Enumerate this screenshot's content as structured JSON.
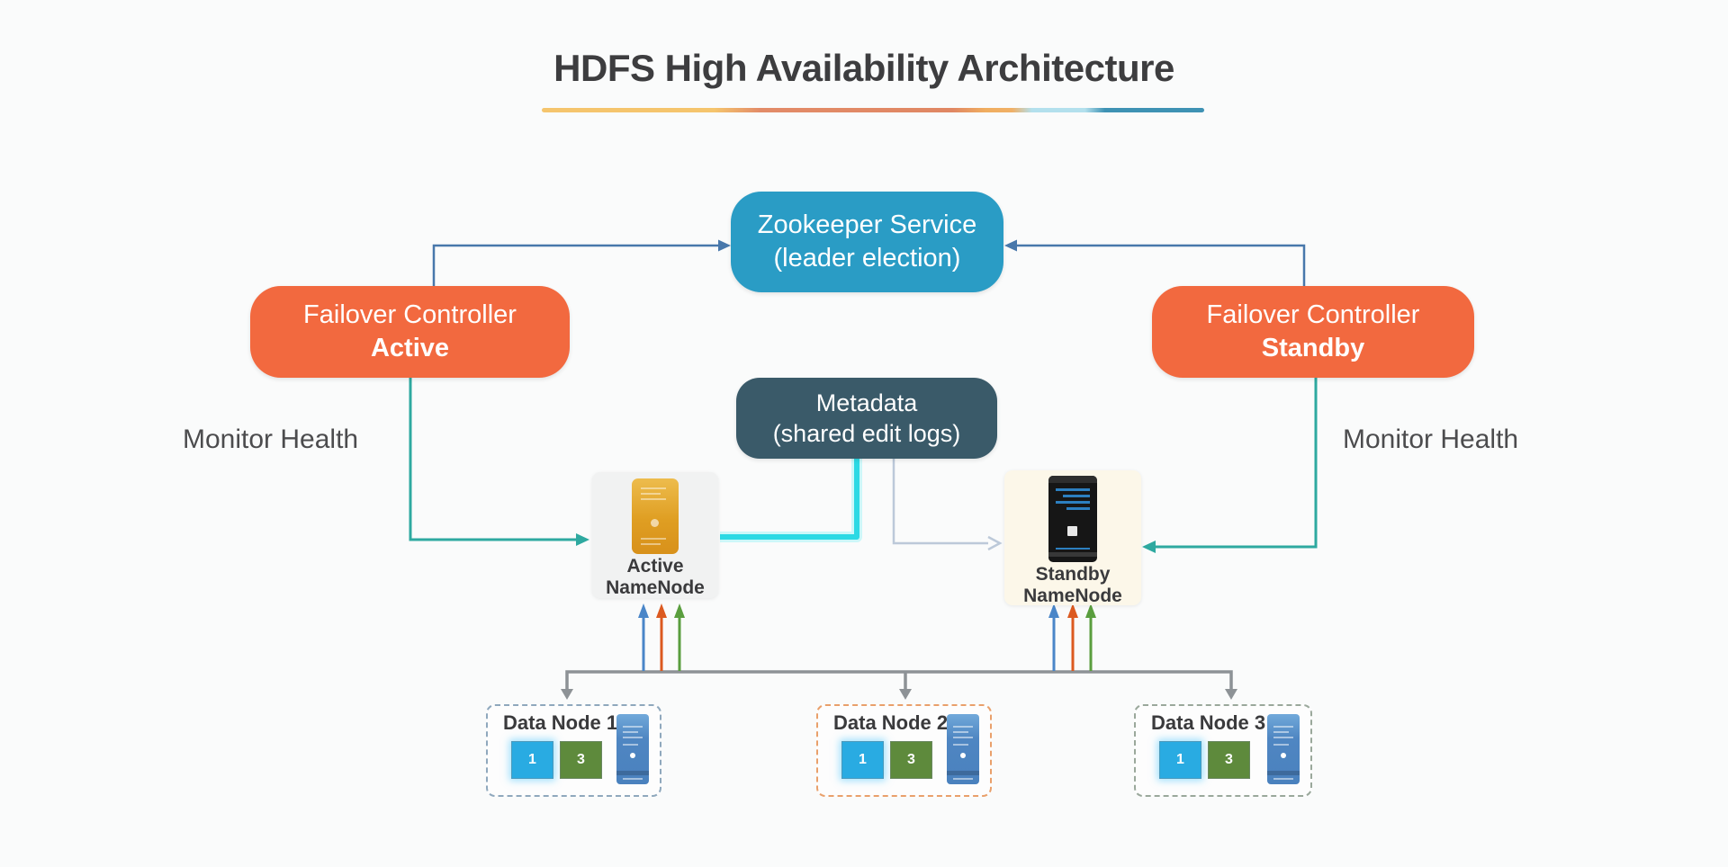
{
  "title": {
    "text": "HDFS High Availability Architecture"
  },
  "underline_gradient": [
    "#F5C56D",
    "#E28B68",
    "#F0AE60",
    "#B3E0ED",
    "#3E92B4"
  ],
  "boxes": {
    "zookeeper": {
      "line1": "Zookeeper Service",
      "line2": "(leader election)",
      "color": "#2A9CC5"
    },
    "failover_active": {
      "line1": "Failover Controller",
      "line2": "Active",
      "color": "#F2693F"
    },
    "failover_standby": {
      "line1": "Failover Controller",
      "line2": "Standby",
      "color": "#F2693F"
    },
    "metadata": {
      "line1": "Metadata",
      "line2": "(shared edit logs)",
      "color": "#3A5A69"
    }
  },
  "namenodes": {
    "active": {
      "label_line1": "Active",
      "label_line2": "NameNode",
      "icon": "server-amber-icon"
    },
    "standby": {
      "label_line1": "Standby",
      "label_line2": "NameNode",
      "icon": "server-dark-icon"
    }
  },
  "labels": {
    "monitor_health_left": "Monitor Health",
    "monitor_health_right": "Monitor Health"
  },
  "data_nodes": [
    {
      "title": "Data Node 1",
      "border_color": "#8FA8BD",
      "blocks": [
        {
          "label": "1",
          "color": "#29ABE2"
        },
        {
          "label": "3",
          "color": "#5E8A3C"
        }
      ]
    },
    {
      "title": "Data Node 2",
      "border_color": "#E9A06B",
      "blocks": [
        {
          "label": "1",
          "color": "#29ABE2"
        },
        {
          "label": "3",
          "color": "#5E8A3C"
        }
      ]
    },
    {
      "title": "Data Node 3",
      "border_color": "#9AA89B",
      "blocks": [
        {
          "label": "1",
          "color": "#29ABE2"
        },
        {
          "label": "3",
          "color": "#5E8A3C"
        }
      ]
    }
  ],
  "connectors": {
    "zookeeper_link_color": "#4878AB",
    "monitor_health_color": "#2EA9A0",
    "edit_log_write_color": "#2CD9E4",
    "edit_log_write_glow": "#A5F4F7",
    "edit_log_read_color": "#BCC9D9",
    "datanode_bus_color": "#8D9296",
    "report_arrow_colors": [
      "#4A86C8",
      "#DC5A20",
      "#5A9E3E"
    ]
  }
}
